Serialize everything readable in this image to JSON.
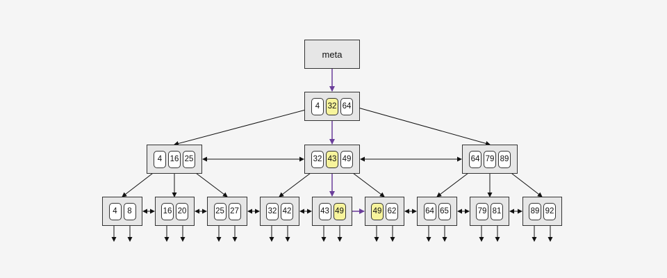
{
  "colors": {
    "background": "#f5f5f5",
    "node_fill": "#e6e6e6",
    "key_fill": "#ffffff",
    "highlight_fill": "#f7f49c",
    "edge": "#111111",
    "search_path": "#6a3d9a"
  },
  "meta": {
    "label": "meta"
  },
  "root": {
    "keys": [
      "4",
      "32",
      "64"
    ],
    "highlight": [
      1
    ]
  },
  "internal": [
    {
      "keys": [
        "4",
        "16",
        "25"
      ],
      "highlight": []
    },
    {
      "keys": [
        "32",
        "43",
        "49"
      ],
      "highlight": [
        1
      ]
    },
    {
      "keys": [
        "64",
        "79",
        "89"
      ],
      "highlight": []
    }
  ],
  "leaves": [
    {
      "keys": [
        "4",
        "8"
      ],
      "highlight": []
    },
    {
      "keys": [
        "16",
        "20"
      ],
      "highlight": []
    },
    {
      "keys": [
        "25",
        "27"
      ],
      "highlight": []
    },
    {
      "keys": [
        "32",
        "42"
      ],
      "highlight": []
    },
    {
      "keys": [
        "43",
        "49"
      ],
      "highlight": [
        1
      ]
    },
    {
      "keys": [
        "49",
        "62"
      ],
      "highlight": [
        0
      ]
    },
    {
      "keys": [
        "64",
        "65"
      ],
      "highlight": []
    },
    {
      "keys": [
        "79",
        "81"
      ],
      "highlight": []
    },
    {
      "keys": [
        "89",
        "92"
      ],
      "highlight": []
    }
  ]
}
